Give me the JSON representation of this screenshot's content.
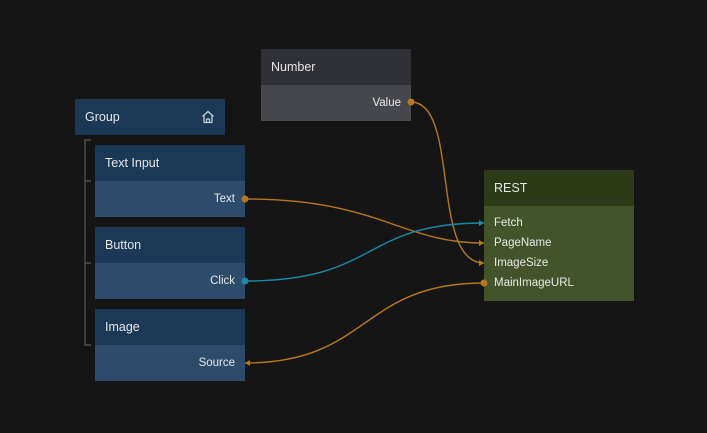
{
  "nodes": {
    "number": {
      "title": "Number",
      "out_port": "Value"
    },
    "group": {
      "title": "Group",
      "icon": "home-icon"
    },
    "text_input": {
      "title": "Text Input",
      "out_port": "Text"
    },
    "button": {
      "title": "Button",
      "out_port": "Click"
    },
    "image": {
      "title": "Image",
      "in_port": "Source"
    },
    "rest": {
      "title": "REST",
      "ports": [
        "Fetch",
        "PageName",
        "ImageSize",
        "MainImageURL"
      ]
    }
  },
  "colors": {
    "data_wire": "#b5781e",
    "signal_wire": "#1a8aa6",
    "background": "#151515"
  }
}
